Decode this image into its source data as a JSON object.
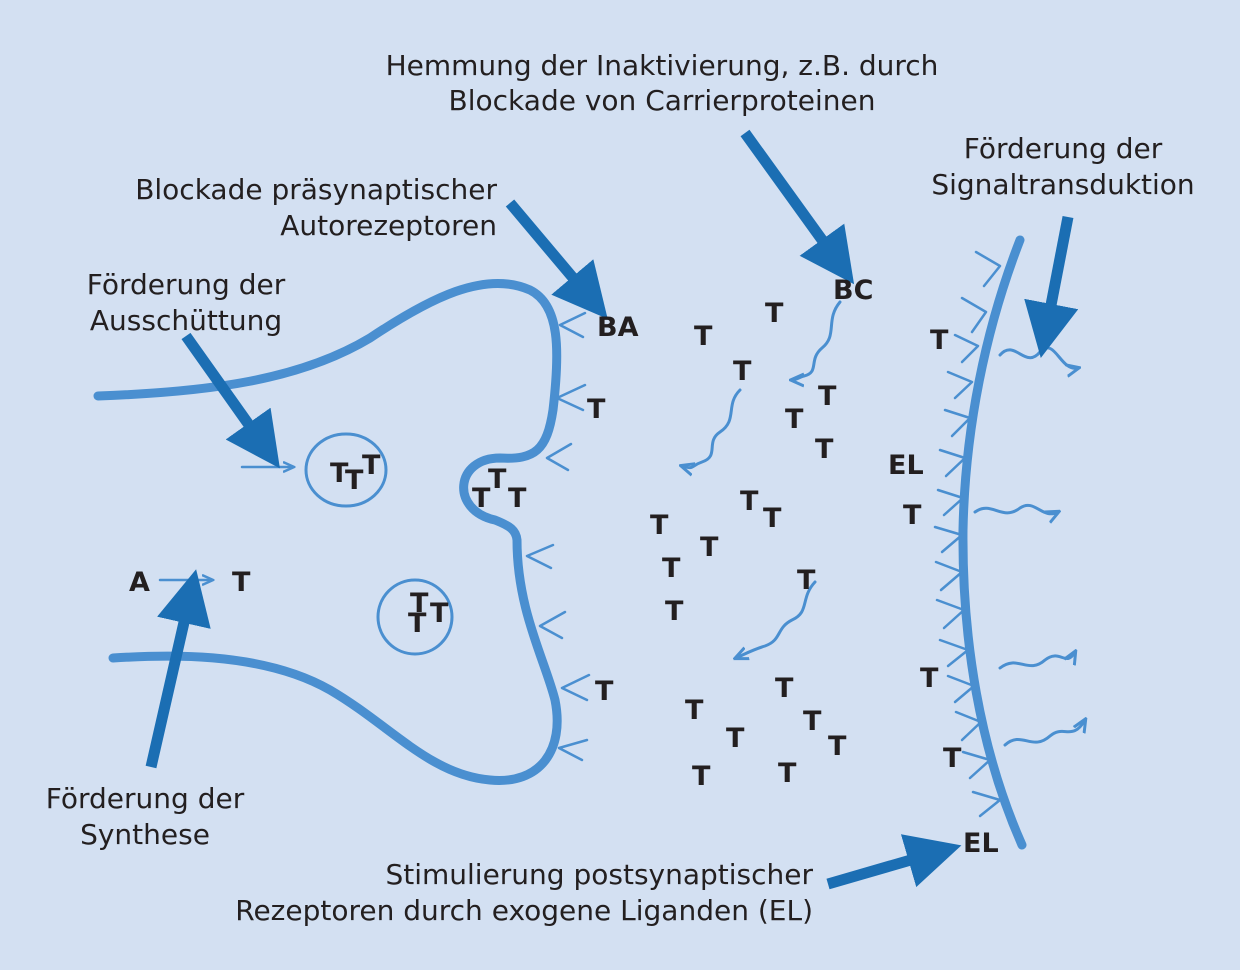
{
  "captions": {
    "hemmung_line1": "Hemmung der Inaktivierung, z.B. durch",
    "hemmung_line2": "Blockade von Carrierproteinen",
    "blockade_line1": "Blockade präsynaptischer",
    "blockade_line2": "Autorezeptoren",
    "signal_line1": "Förderung der",
    "signal_line2": "Signaltransduktion",
    "ausschuettung_line1": "Förderung der",
    "ausschuettung_line2": "Ausschüttung",
    "synthese_line1": "Förderung der",
    "synthese_line2": "Synthese",
    "stimulierung_line1": "Stimulierung postsynaptischer",
    "stimulierung_line2": "Rezeptoren durch exogene Liganden (EL)"
  },
  "labels": {
    "ba": "BA",
    "bc": "BC",
    "el": "EL",
    "transmitter": "T",
    "precursor": "A"
  },
  "colors": {
    "background": "#d3e0f2",
    "arrow": "#1b6eb3",
    "membrane": "#4a8fd0",
    "text": "#231f20"
  }
}
